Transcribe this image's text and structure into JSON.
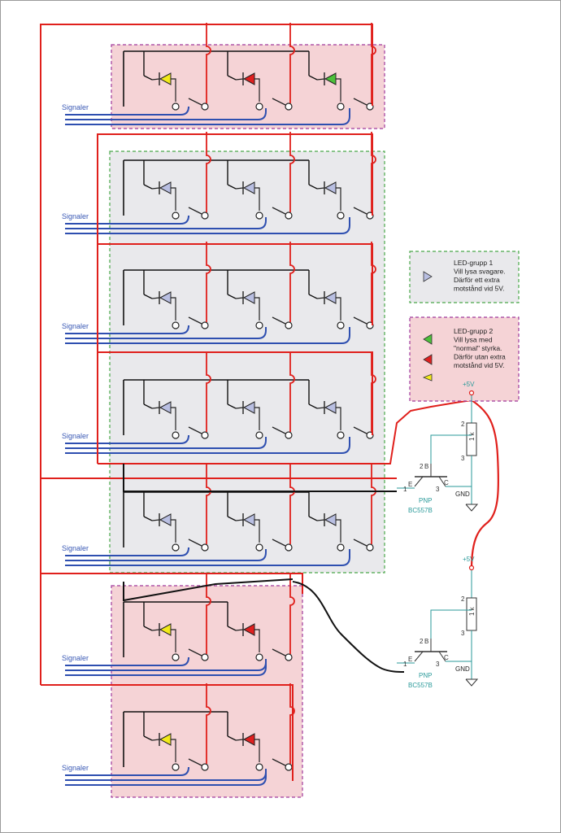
{
  "signal_label": "Signaler",
  "legend": {
    "group1": {
      "lines": [
        "LED-grupp 1",
        "Vill lysa svagare.",
        "Därför ett extra",
        "motstånd vid 5V."
      ]
    },
    "group2": {
      "lines": [
        "LED-grupp 2",
        "Vill lysa med",
        "\"normal\" styrka.",
        "Därför utan extra",
        "motstånd vid 5V."
      ]
    }
  },
  "transistor_circuits": [
    {
      "supply": "+5V",
      "resistor": "1 k",
      "type": "PNP",
      "part": "BC557B",
      "ground": "GND",
      "pins": {
        "base": "B",
        "collector": "C",
        "emitter": "E",
        "p1": "1",
        "p2": "2",
        "p3": "3"
      }
    },
    {
      "supply": "+5V",
      "resistor": "1 k",
      "type": "PNP",
      "part": "BC557B",
      "ground": "GND",
      "pins": {
        "base": "B",
        "collector": "C",
        "emitter": "E",
        "p1": "1",
        "p2": "2",
        "p3": "3"
      }
    }
  ],
  "colors": {
    "wire_red": "#e0201c",
    "wire_blue": "#2e4fb0",
    "wire_black": "#111111",
    "group1_fill": "#e9e9ec",
    "group1_border": "#4aa84a",
    "group2_fill": "#f5d3d6",
    "group2_border": "#a03a9c",
    "led_yellow": "#f2ea1a",
    "led_red": "#e01f1f",
    "led_green": "#4cc13a",
    "led_blue": "#b9bfe2",
    "cad_teal": "#2a9a9a"
  },
  "rows": [
    {
      "group": 2,
      "leds": [
        "yellow",
        "red",
        "green"
      ]
    },
    {
      "group": 1,
      "leds": [
        "blue",
        "blue",
        "blue"
      ]
    },
    {
      "group": 1,
      "leds": [
        "blue",
        "blue",
        "blue"
      ]
    },
    {
      "group": 1,
      "leds": [
        "blue",
        "blue",
        "blue"
      ]
    },
    {
      "group": 1,
      "leds": [
        "blue",
        "blue",
        "blue"
      ]
    },
    {
      "group": 2,
      "leds": [
        "yellow",
        "red"
      ]
    },
    {
      "group": 2,
      "leds": [
        "yellow",
        "red"
      ]
    }
  ]
}
